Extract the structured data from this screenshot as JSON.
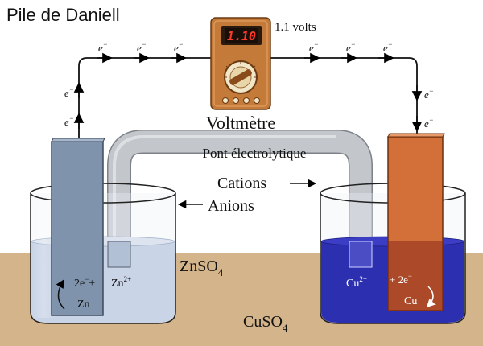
{
  "title": "Pile de Daniell",
  "voltmeter": {
    "display": "1.10",
    "reading": "1.1 volts",
    "label": "Voltmètre"
  },
  "bridge": {
    "label": "Pont électrolytique",
    "cations": "Cations",
    "anions": "Anions"
  },
  "electron": {
    "symbol": "e",
    "charge": "−"
  },
  "anode": {
    "solution_main": "ZnSO",
    "solution_sub": "4",
    "electrode": "Zn",
    "reaction_left": "2e",
    "reaction_left_sup": "−",
    "reaction_plus": "+",
    "ion": "Zn",
    "ion_charge": "2+"
  },
  "cathode": {
    "solution_main": "CuSO",
    "solution_sub": "4",
    "electrode": "Cu",
    "ion": "Cu",
    "ion_charge": "2+",
    "reaction_plus": "+ 2e",
    "reaction_sup": "−"
  },
  "colors": {
    "bench": "#d4b48a",
    "zn_plate": "#7f93ad",
    "cu_plate": "#d3703a",
    "znso4_solution": "#c9d4e6",
    "cuso4_solution": "#2c2fb0",
    "bridge": "#b8bdc3",
    "voltmeter_body": "#c47a38"
  }
}
